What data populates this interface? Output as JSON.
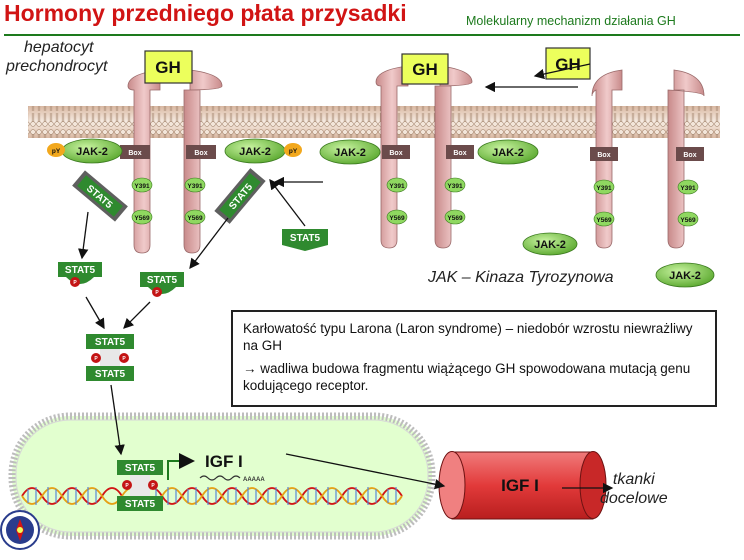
{
  "header": {
    "title": "Hormony przedniego płata przysadki",
    "subtitle": "Molekularny mechanizm działania GH"
  },
  "cells": [
    "hepatocyt",
    "prechondrocyt"
  ],
  "hormone_label": "GH",
  "kinase_label": "JAK-2",
  "box_label": "Box",
  "phospho_label": "pY",
  "tyrosines": [
    "Y391",
    "Y569"
  ],
  "stat_label": "STAT5",
  "phosphate_label": "P",
  "jak_caption": "JAK – Kinaza Tyrozynowa",
  "infobox": {
    "line1": "Karłowatość typu Larona (Laron syndrome) – niedobór wzrostu niewrażliwy na GH",
    "line2": "→ wadliwa budowa fragmentu wiążącego GH spowodowana mutacją genu kodującego receptor."
  },
  "gene_label": "IGF I",
  "polya_label": "AAAAA",
  "product_label": "IGF I",
  "target": [
    "tkanki",
    "docelowe"
  ],
  "colors": {
    "title_red": "#d11414",
    "subtitle_green": "#1d7a1d",
    "gh_box": "#ecff5c",
    "receptor": "#d8a4a4",
    "jak": "#7ed04a",
    "stat5": "#2f8a2f",
    "phosphate": "#c41515",
    "nucleus": "#e2ffcf",
    "igf_cylinder": "#e84848"
  }
}
